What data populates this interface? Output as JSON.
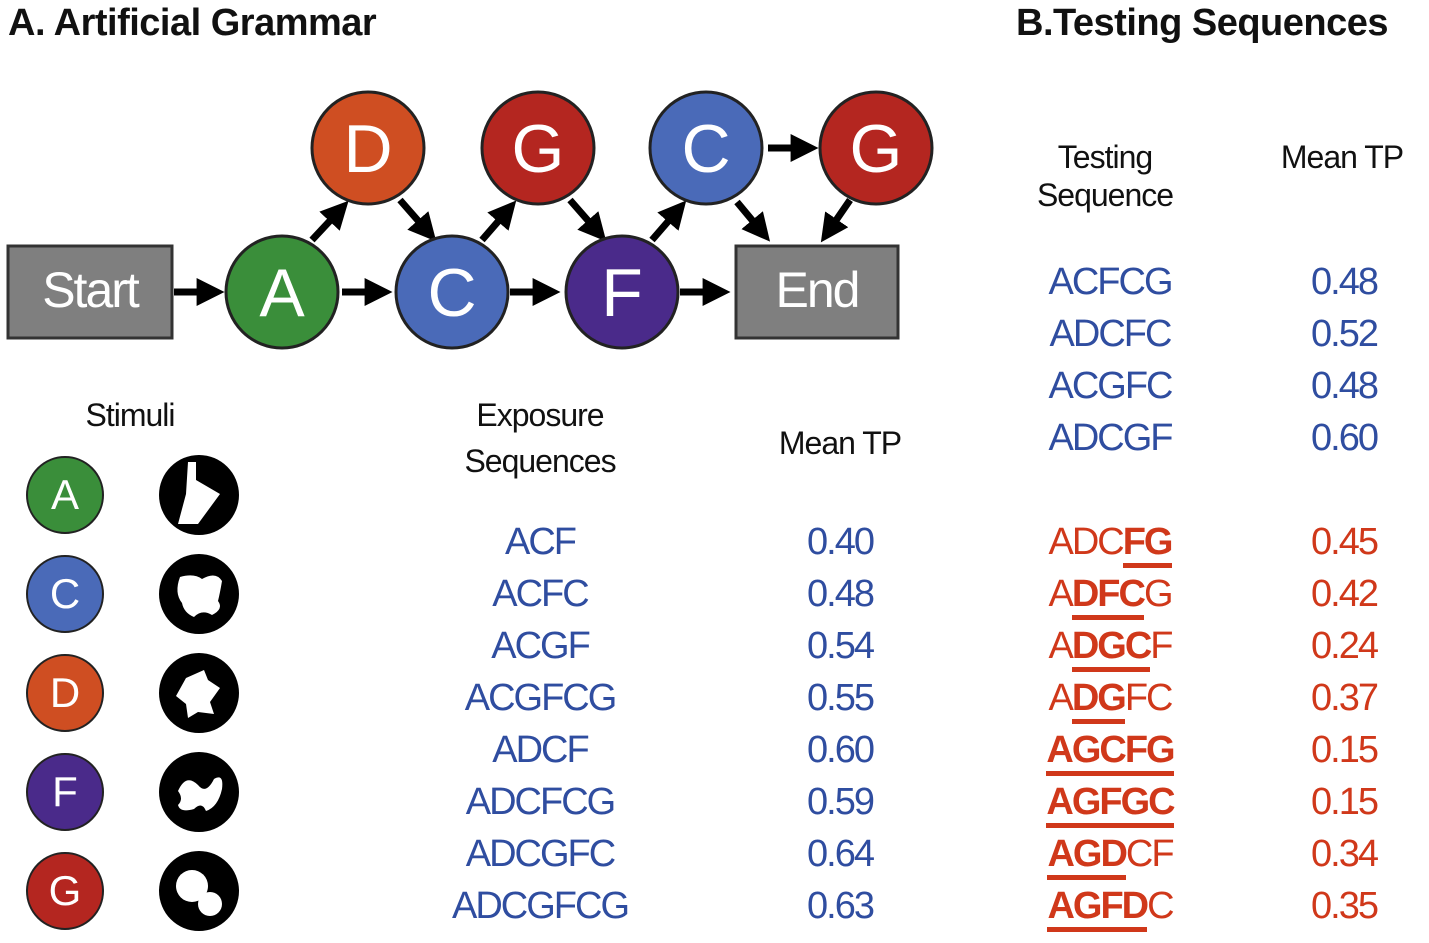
{
  "panel_a": {
    "title": "A. Artificial  Grammar",
    "grammar": {
      "start_label": "Start",
      "end_label": "End",
      "nodes": [
        {
          "id": "A-node",
          "letter": "A",
          "color": "#3a8e3a"
        },
        {
          "id": "C-node",
          "letter": "C",
          "color": "#4a6ab8"
        },
        {
          "id": "F-node",
          "letter": "F",
          "color": "#4a2a8a"
        },
        {
          "id": "D-node",
          "letter": "D",
          "color": "#cf4e22"
        },
        {
          "id": "G1-node",
          "letter": "G",
          "color": "#b42620"
        },
        {
          "id": "C2-node",
          "letter": "C",
          "color": "#4a6ab8"
        },
        {
          "id": "G2-node",
          "letter": "G",
          "color": "#b42620"
        }
      ]
    },
    "stimuli_title": "Stimuli",
    "stimuli": [
      {
        "letter": "A",
        "color": "#3a8e3a",
        "shape": "shape-a-icon"
      },
      {
        "letter": "C",
        "color": "#4a6ab8",
        "shape": "shape-c-icon"
      },
      {
        "letter": "D",
        "color": "#cf4e22",
        "shape": "shape-d-icon"
      },
      {
        "letter": "F",
        "color": "#4a2a8a",
        "shape": "shape-f-icon"
      },
      {
        "letter": "G",
        "color": "#b42620",
        "shape": "shape-g-icon"
      }
    ],
    "exposure_header_line1": "Exposure",
    "exposure_header_line2": "Sequences",
    "mean_tp_header": "Mean TP",
    "exposure_rows": [
      {
        "sequence": "ACF",
        "tp": "0.40"
      },
      {
        "sequence": "ACFC",
        "tp": "0.48"
      },
      {
        "sequence": "ACGF",
        "tp": "0.54"
      },
      {
        "sequence": "ACGFCG",
        "tp": "0.55"
      },
      {
        "sequence": "ADCF",
        "tp": "0.60"
      },
      {
        "sequence": "ADCFCG",
        "tp": "0.59"
      },
      {
        "sequence": "ADCGFC",
        "tp": "0.64"
      },
      {
        "sequence": "ADCGFCG",
        "tp": "0.63"
      }
    ]
  },
  "panel_b": {
    "title": "B.Testing  Sequences",
    "testing_header_line1": "Testing",
    "testing_header_line2": "Sequence",
    "mean_tp_header": "Mean TP",
    "grammatical_rows": [
      {
        "sequence": "ACFCG",
        "tp": "0.48"
      },
      {
        "sequence": "ADCFC",
        "tp": "0.52"
      },
      {
        "sequence": "ACGFC",
        "tp": "0.48"
      },
      {
        "sequence": "ADCGF",
        "tp": "0.60"
      }
    ],
    "violation_rows": [
      {
        "sequence": "ADCFG",
        "parts": [
          {
            "t": "ADC",
            "b": false
          },
          {
            "t": "FG",
            "b": true
          }
        ],
        "tp": "0.45"
      },
      {
        "sequence": "ADFCG",
        "parts": [
          {
            "t": "A",
            "b": false
          },
          {
            "t": "DFC",
            "b": true
          },
          {
            "t": "G",
            "b": false
          }
        ],
        "tp": "0.42"
      },
      {
        "sequence": "ADGCF",
        "parts": [
          {
            "t": "A",
            "b": false
          },
          {
            "t": "DGC",
            "b": true
          },
          {
            "t": "F",
            "b": false
          }
        ],
        "tp": "0.24"
      },
      {
        "sequence": "ADGFC",
        "parts": [
          {
            "t": "A",
            "b": false
          },
          {
            "t": "DG",
            "b": true
          },
          {
            "t": "FC",
            "b": false
          }
        ],
        "tp": "0.37"
      },
      {
        "sequence": "AGCFG",
        "parts": [
          {
            "t": "AGCFG",
            "b": true
          }
        ],
        "tp": "0.15"
      },
      {
        "sequence": "AGFGC",
        "parts": [
          {
            "t": "AGFGC",
            "b": true
          }
        ],
        "tp": "0.15"
      },
      {
        "sequence": "AGDCF",
        "parts": [
          {
            "t": "AGD",
            "b": true
          },
          {
            "t": "CF",
            "b": false
          }
        ],
        "tp": "0.34"
      },
      {
        "sequence": "AGFDC",
        "parts": [
          {
            "t": "AGFD",
            "b": true
          },
          {
            "t": "C",
            "b": false
          }
        ],
        "tp": "0.35"
      }
    ],
    "colors": {
      "grammatical": "#2f4da0",
      "violation": "#d0381a"
    }
  }
}
